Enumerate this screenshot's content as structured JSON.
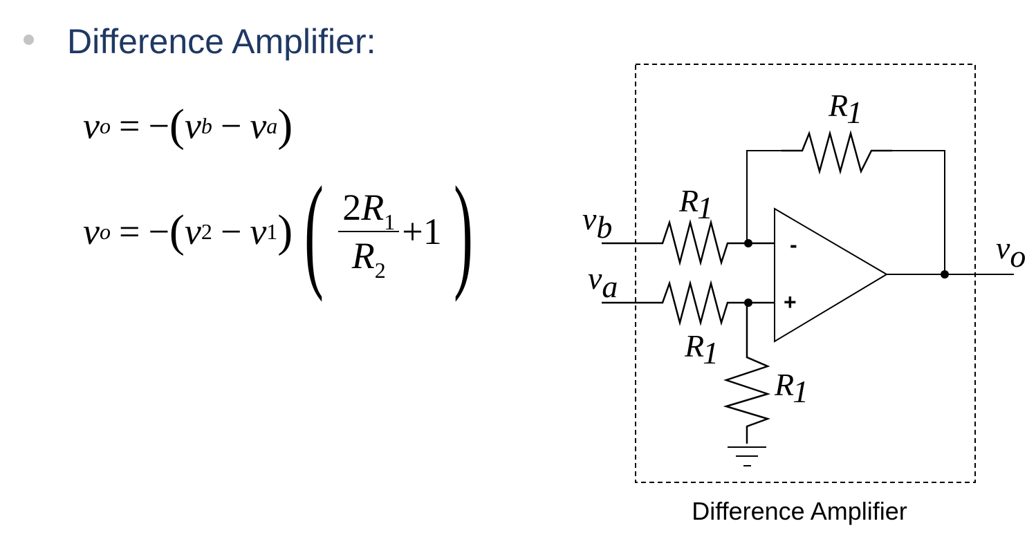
{
  "slide": {
    "heading": "Difference Amplifier:"
  },
  "equations": {
    "eq1": {
      "lhs_var": "v",
      "lhs_sub": "o",
      "equals": "=",
      "minus": "−",
      "open_paren": "(",
      "term1_var": "v",
      "term1_sub": "b",
      "inner_minus": "−",
      "term2_var": "v",
      "term2_sub": "a",
      "close_paren": ")"
    },
    "eq2": {
      "lhs_var": "v",
      "lhs_sub": "o",
      "equals": "=",
      "minus": "−",
      "open_paren": "(",
      "term1_var": "v",
      "term1_sub": "2",
      "inner_minus": "−",
      "term2_var": "v",
      "term2_sub": "1",
      "close_paren": ")",
      "big_open": "(",
      "num_coef": "2",
      "num_var": "R",
      "num_sub": "1",
      "den_var": "R",
      "den_sub": "2",
      "plus": "+",
      "one": "1",
      "big_close": ")"
    }
  },
  "circuit": {
    "caption": "Difference Amplifier",
    "feedback_resistor": {
      "var": "R",
      "sub": "1"
    },
    "input_b_resistor": {
      "var": "R",
      "sub": "1"
    },
    "input_a_resistor": {
      "var": "R",
      "sub": "1"
    },
    "ground_resistor": {
      "var": "R",
      "sub": "1"
    },
    "input_b": {
      "var": "v",
      "sub": "b"
    },
    "input_a": {
      "var": "v",
      "sub": "a"
    },
    "output": {
      "var": "v",
      "sub": "o"
    },
    "inverting_sign": "-",
    "noninverting_sign": "+",
    "colors": {
      "heading": "#1f3864",
      "bullet": "#c4c4c4",
      "wire": "#000000"
    }
  }
}
